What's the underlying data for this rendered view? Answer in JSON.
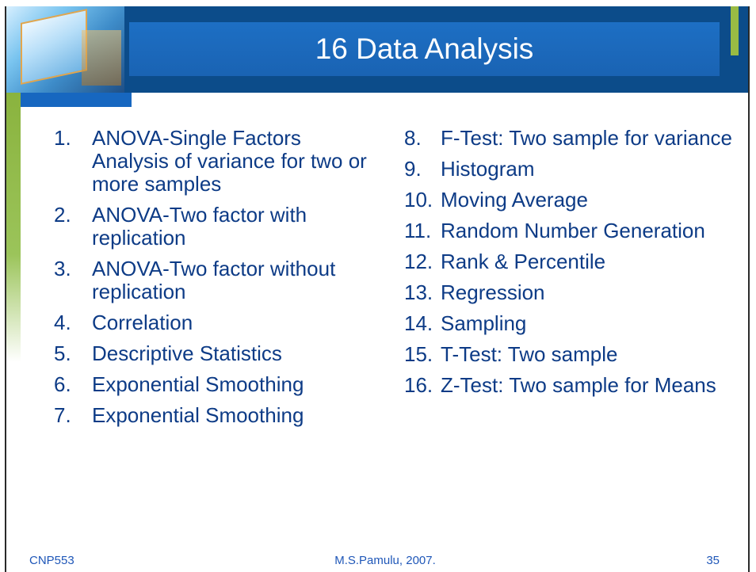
{
  "slide": {
    "title": "16 Data Analysis",
    "left_items": [
      {
        "num": "1.",
        "text": "ANOVA-Single Factors Analysis of variance for two or more samples"
      },
      {
        "num": "2.",
        "text": "ANOVA-Two factor with replication"
      },
      {
        "num": "3.",
        "text": "ANOVA-Two factor without replication"
      },
      {
        "num": "4.",
        "text": "Correlation"
      },
      {
        "num": "5.",
        "text": "Descriptive Statistics"
      },
      {
        "num": "6.",
        "text": "Exponential Smoothing"
      },
      {
        "num": "7.",
        "text": "Exponential Smoothing"
      }
    ],
    "right_items": [
      {
        "num": "8.",
        "text": "F-Test: Two sample for variance"
      },
      {
        "num": "9.",
        "text": "Histogram"
      },
      {
        "num": "10.",
        "text": "Moving Average"
      },
      {
        "num": "11.",
        "text": "Random Number Generation"
      },
      {
        "num": "12.",
        "text": "Rank & Percentile"
      },
      {
        "num": "13.",
        "text": "Regression"
      },
      {
        "num": "14.",
        "text": "Sampling"
      },
      {
        "num": "15.",
        "text": "T-Test: Two sample"
      },
      {
        "num": "16.",
        "text": "Z-Test: Two sample for Means"
      }
    ]
  },
  "footer": {
    "course": "CNP553",
    "author": "M.S.Pamulu, 2007.",
    "page": "35"
  },
  "colors": {
    "header_dark": "#0c4c8a",
    "title_box": "#1d6fc4",
    "accent_green": "#99bb44",
    "text_blue": "#0d3b86",
    "footer_blue": "#1f57b8"
  }
}
